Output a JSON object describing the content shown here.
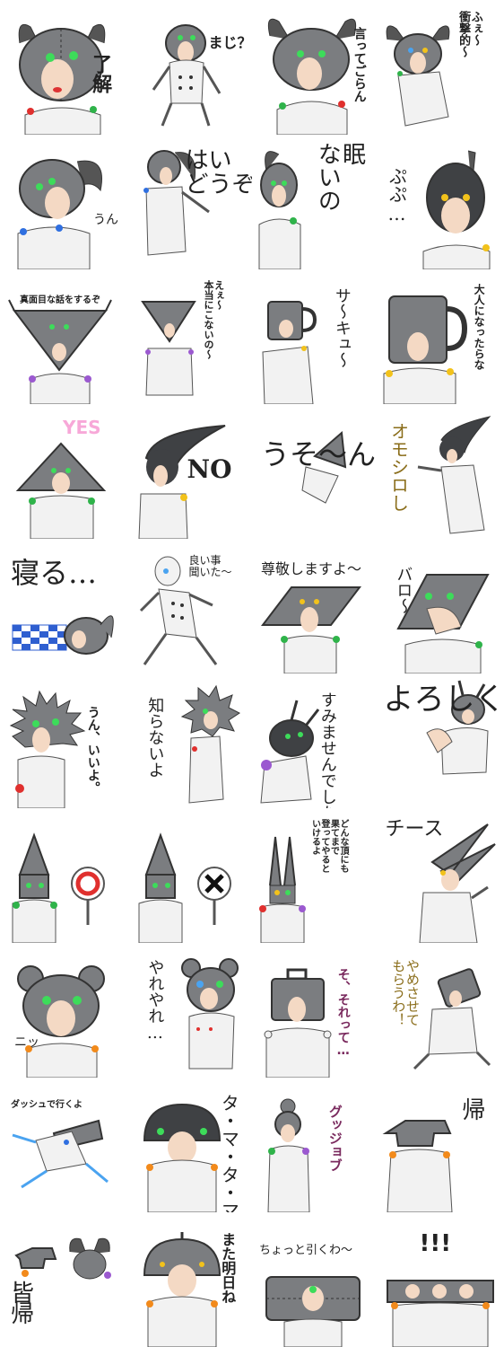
{
  "colors": {
    "helmet": "#7b7d80",
    "helmet_dark": "#3f4144",
    "suit": "#f2f2f2",
    "eye": "#3ddc5a",
    "eye_alt": "#4aa3f0",
    "skin": "#f4d9c4",
    "accent_green": "#2fb34a",
    "accent_purple": "#9b59d0",
    "accent_red": "#e0302e",
    "accent_yellow": "#f2c21b",
    "accent_blue": "#2f6fe0",
    "yes_pink": "#f7a8d8",
    "check_blue": "#2f5fd0"
  },
  "stickers": [
    {
      "id": 1,
      "caption": "了解",
      "shape": "horns"
    },
    {
      "id": 2,
      "caption": "まじ？",
      "shape": "round"
    },
    {
      "id": 3,
      "caption": "言ってごらん",
      "shape": "horns"
    },
    {
      "id": 4,
      "caption": "ふぇ〜\n衝撃的〜",
      "shape": "horns"
    },
    {
      "id": 5,
      "caption": "うん",
      "shape": "tail"
    },
    {
      "id": 6,
      "caption": "はい\nどうぞ",
      "shape": "tail"
    },
    {
      "id": 7,
      "caption": "眠\nないの",
      "shape": "tail"
    },
    {
      "id": 8,
      "caption": "ぷぷ…",
      "shape": "tail"
    },
    {
      "id": 9,
      "caption": "真面目な話をするぞ",
      "shape": "triangle"
    },
    {
      "id": 10,
      "caption": "えぇ〜\n本当にこないの〜",
      "shape": "triangle"
    },
    {
      "id": 11,
      "caption": "サ〜キュ〜",
      "shape": "mug"
    },
    {
      "id": 12,
      "caption": "大人になったらな",
      "shape": "mug"
    },
    {
      "id": 13,
      "caption": "YES",
      "shape": "triangle"
    },
    {
      "id": 14,
      "caption": "NO",
      "shape": "cone"
    },
    {
      "id": 15,
      "caption": "うそ〜ん",
      "shape": "triangle"
    },
    {
      "id": 16,
      "caption": "オモシロし",
      "shape": "cone"
    },
    {
      "id": 17,
      "caption": "寝る…",
      "shape": "tail"
    },
    {
      "id": 18,
      "caption": "良い事\n聞いた〜",
      "shape": "round"
    },
    {
      "id": 19,
      "caption": "尊敬しますよ〜",
      "shape": "diamond"
    },
    {
      "id": 20,
      "caption": "バロ〜",
      "shape": "diamond"
    },
    {
      "id": 21,
      "caption": "うん、いいよ。",
      "shape": "spiky"
    },
    {
      "id": 22,
      "caption": "知らないよ",
      "shape": "spiky"
    },
    {
      "id": 23,
      "caption": "すみませんでした",
      "shape": "antenna"
    },
    {
      "id": 24,
      "caption": "よろしく。",
      "shape": "antenna"
    },
    {
      "id": 25,
      "caption": "",
      "shape": "drill"
    },
    {
      "id": 26,
      "caption": "",
      "shape": "drill"
    },
    {
      "id": 27,
      "caption": "どんな頂にも\n果てまで\n登ってやると\nいけるよ",
      "shape": "twin"
    },
    {
      "id": 28,
      "caption": "チース",
      "shape": "twin"
    },
    {
      "id": 29,
      "caption": "ニッ",
      "shape": "bear"
    },
    {
      "id": 30,
      "caption": "やれやれ…",
      "shape": "bear"
    },
    {
      "id": 31,
      "caption": "そ、それって…",
      "shape": "box"
    },
    {
      "id": 32,
      "caption": "やめさせて\nもらうわ！",
      "shape": "box"
    },
    {
      "id": 33,
      "caption": "ダッシュで行くよ",
      "shape": "anvil"
    },
    {
      "id": 34,
      "caption": "タ・マ・タ・マ",
      "shape": "dome"
    },
    {
      "id": 35,
      "caption": "グッジョブ",
      "shape": "bun"
    },
    {
      "id": 36,
      "caption": "帰",
      "shape": "anvil"
    },
    {
      "id": 37,
      "caption": "皆\n帰",
      "shape": "anvil"
    },
    {
      "id": 38,
      "caption": "また明日ね",
      "shape": "dome"
    },
    {
      "id": 39,
      "caption": "ちょっと引くわ〜",
      "shape": "box"
    },
    {
      "id": 40,
      "caption": "!!!",
      "shape": "box"
    }
  ]
}
